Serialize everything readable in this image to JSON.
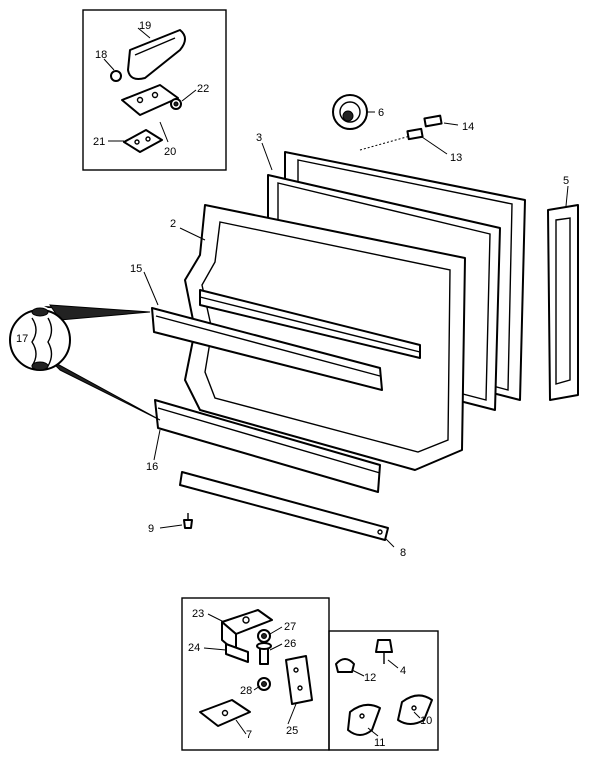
{
  "parts": [
    {
      "id": "2",
      "label": "2"
    },
    {
      "id": "3",
      "label": "3"
    },
    {
      "id": "4",
      "label": "4"
    },
    {
      "id": "5",
      "label": "5"
    },
    {
      "id": "6",
      "label": "6"
    },
    {
      "id": "7",
      "label": "7"
    },
    {
      "id": "8",
      "label": "8"
    },
    {
      "id": "9",
      "label": "9"
    },
    {
      "id": "10",
      "label": "10"
    },
    {
      "id": "11",
      "label": "11"
    },
    {
      "id": "12",
      "label": "12"
    },
    {
      "id": "13",
      "label": "13"
    },
    {
      "id": "14",
      "label": "14"
    },
    {
      "id": "15",
      "label": "15"
    },
    {
      "id": "16",
      "label": "16"
    },
    {
      "id": "17",
      "label": "17"
    },
    {
      "id": "18",
      "label": "18"
    },
    {
      "id": "19",
      "label": "19"
    },
    {
      "id": "20",
      "label": "20"
    },
    {
      "id": "21",
      "label": "21"
    },
    {
      "id": "22",
      "label": "22"
    },
    {
      "id": "23",
      "label": "23"
    },
    {
      "id": "24",
      "label": "24"
    },
    {
      "id": "25",
      "label": "25"
    },
    {
      "id": "26",
      "label": "26"
    },
    {
      "id": "27",
      "label": "27"
    },
    {
      "id": "28",
      "label": "28"
    }
  ]
}
